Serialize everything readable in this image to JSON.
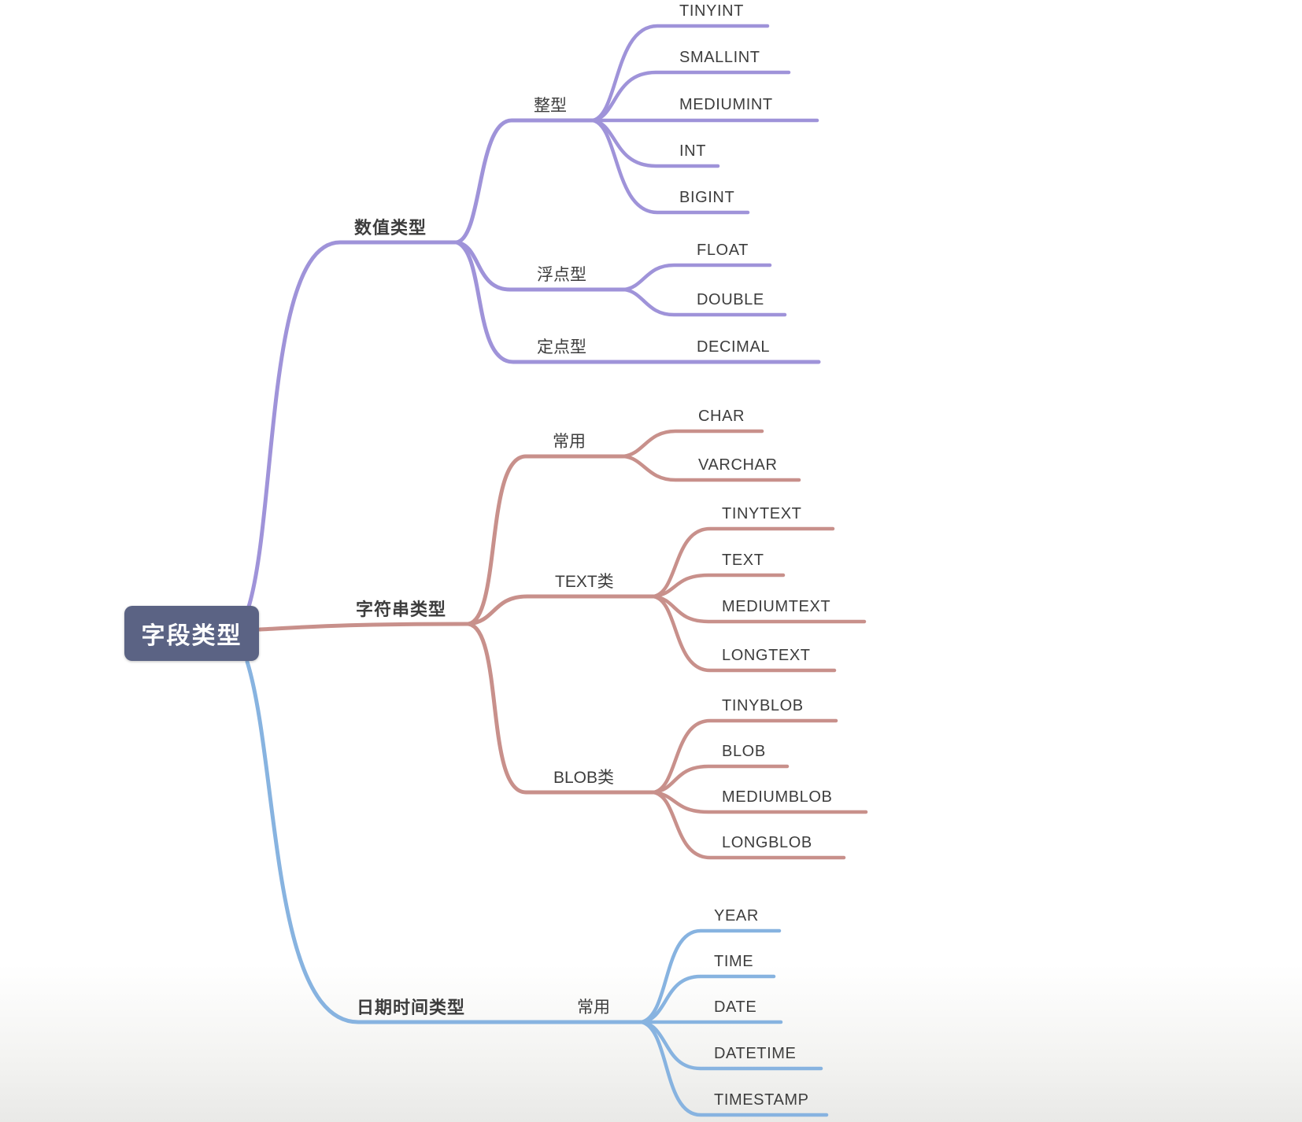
{
  "colors": {
    "root_bg": "#5b6384",
    "root_text": "#ffffff",
    "numeric_branch": "#9f93d9",
    "string_branch": "#c8908b",
    "datetime_branch": "#87b3e0",
    "label_text": "#3d3d3d"
  },
  "root": {
    "label": "字段类型"
  },
  "branches": [
    {
      "label": "数值类型",
      "children": [
        {
          "label": "整型",
          "children": [
            {
              "label": "TINYINT"
            },
            {
              "label": "SMALLINT"
            },
            {
              "label": "MEDIUMINT"
            },
            {
              "label": "INT"
            },
            {
              "label": "BIGINT"
            }
          ]
        },
        {
          "label": "浮点型",
          "children": [
            {
              "label": "FLOAT"
            },
            {
              "label": "DOUBLE"
            }
          ]
        },
        {
          "label": "定点型",
          "children": [
            {
              "label": "DECIMAL"
            }
          ]
        }
      ]
    },
    {
      "label": "字符串类型",
      "children": [
        {
          "label": "常用",
          "children": [
            {
              "label": "CHAR"
            },
            {
              "label": "VARCHAR"
            }
          ]
        },
        {
          "label": "TEXT类",
          "children": [
            {
              "label": "TINYTEXT"
            },
            {
              "label": "TEXT"
            },
            {
              "label": "MEDIUMTEXT"
            },
            {
              "label": "LONGTEXT"
            }
          ]
        },
        {
          "label": "BLOB类",
          "children": [
            {
              "label": "TINYBLOB"
            },
            {
              "label": "BLOB"
            },
            {
              "label": "MEDIUMBLOB"
            },
            {
              "label": "LONGBLOB"
            }
          ]
        }
      ]
    },
    {
      "label": "日期时间类型",
      "children": [
        {
          "label": "常用",
          "children": [
            {
              "label": "YEAR"
            },
            {
              "label": "TIME"
            },
            {
              "label": "DATE"
            },
            {
              "label": "DATETIME"
            },
            {
              "label": "TIMESTAMP"
            }
          ]
        }
      ]
    }
  ]
}
